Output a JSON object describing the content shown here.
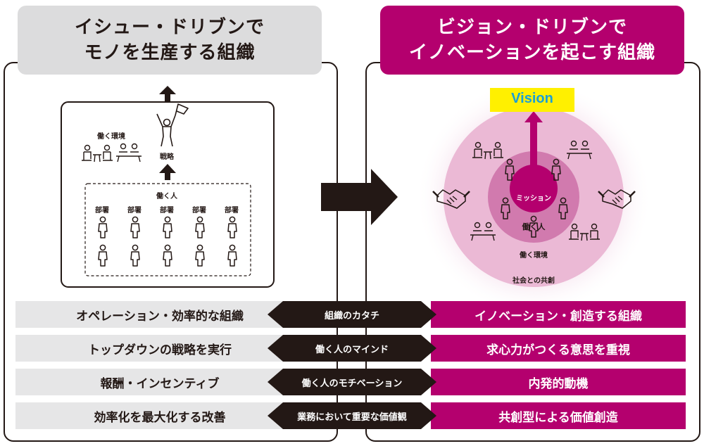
{
  "left": {
    "title_line1": "イシュー・ドリブンで",
    "title_line2": "モノを生産する組織",
    "env_label": "働く環境",
    "strategy_label": "戦略",
    "people_label": "働く人",
    "dept_labels": [
      "部署",
      "部署",
      "部署",
      "部署",
      "部署"
    ]
  },
  "right": {
    "title_line1": "ビジョン・ドリブンで",
    "title_line2": "イノベーションを起こす組織",
    "vision_label": "Vision",
    "mission_label": "ミッション",
    "people_label": "働く人",
    "env_label": "働く環境",
    "society_label": "社会との共創"
  },
  "rows": [
    {
      "left": "オペレーション・効率的な組織",
      "mid": "組織のカタチ",
      "right": "イノベーション・創造する組織"
    },
    {
      "left": "トップダウンの戦略を実行",
      "mid": "働く人のマインド",
      "right": "求心力がつくる意思を重視"
    },
    {
      "left": "報酬・インセンティブ",
      "mid": "働く人のモチベーション",
      "right": "内発的動機"
    },
    {
      "left": "効率化を最大化する改善",
      "mid": "業務において重要な価値観",
      "right": "共創型による価値創造"
    }
  ],
  "colors": {
    "accent": "#b4006e",
    "dark": "#231815",
    "gray": "#dcdcdd",
    "vision_yellow": "#fff000"
  }
}
